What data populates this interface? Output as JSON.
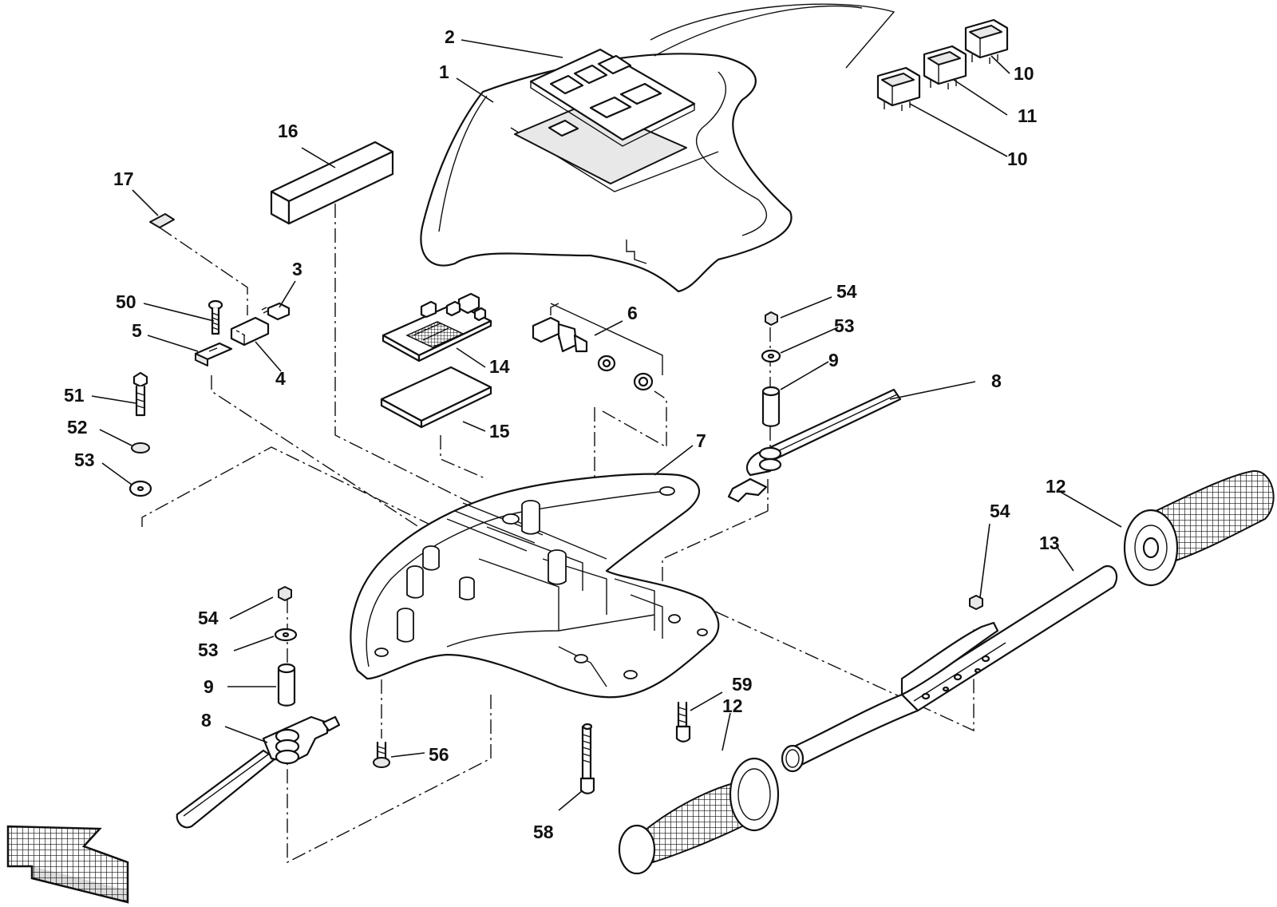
{
  "callouts": [
    {
      "id": "c1",
      "label": "1"
    },
    {
      "id": "c2",
      "label": "2"
    },
    {
      "id": "c3",
      "label": "3"
    },
    {
      "id": "c4",
      "label": "4"
    },
    {
      "id": "c5",
      "label": "5"
    },
    {
      "id": "c6",
      "label": "6"
    },
    {
      "id": "c7",
      "label": "7"
    },
    {
      "id": "c8a",
      "label": "8"
    },
    {
      "id": "c8b",
      "label": "8"
    },
    {
      "id": "c9a",
      "label": "9"
    },
    {
      "id": "c9b",
      "label": "9"
    },
    {
      "id": "c10a",
      "label": "10"
    },
    {
      "id": "c10b",
      "label": "10"
    },
    {
      "id": "c11",
      "label": "11"
    },
    {
      "id": "c12a",
      "label": "12"
    },
    {
      "id": "c12b",
      "label": "12"
    },
    {
      "id": "c13",
      "label": "13"
    },
    {
      "id": "c14",
      "label": "14"
    },
    {
      "id": "c15",
      "label": "15"
    },
    {
      "id": "c16",
      "label": "16"
    },
    {
      "id": "c17",
      "label": "17"
    },
    {
      "id": "c50",
      "label": "50"
    },
    {
      "id": "c51",
      "label": "51"
    },
    {
      "id": "c52",
      "label": "52"
    },
    {
      "id": "c53a",
      "label": "53"
    },
    {
      "id": "c53b",
      "label": "53"
    },
    {
      "id": "c53c",
      "label": "53"
    },
    {
      "id": "c54a",
      "label": "54"
    },
    {
      "id": "c54b",
      "label": "54"
    },
    {
      "id": "c54c",
      "label": "54"
    },
    {
      "id": "c56",
      "label": "56"
    },
    {
      "id": "c58",
      "label": "58"
    },
    {
      "id": "c59",
      "label": "59"
    }
  ]
}
